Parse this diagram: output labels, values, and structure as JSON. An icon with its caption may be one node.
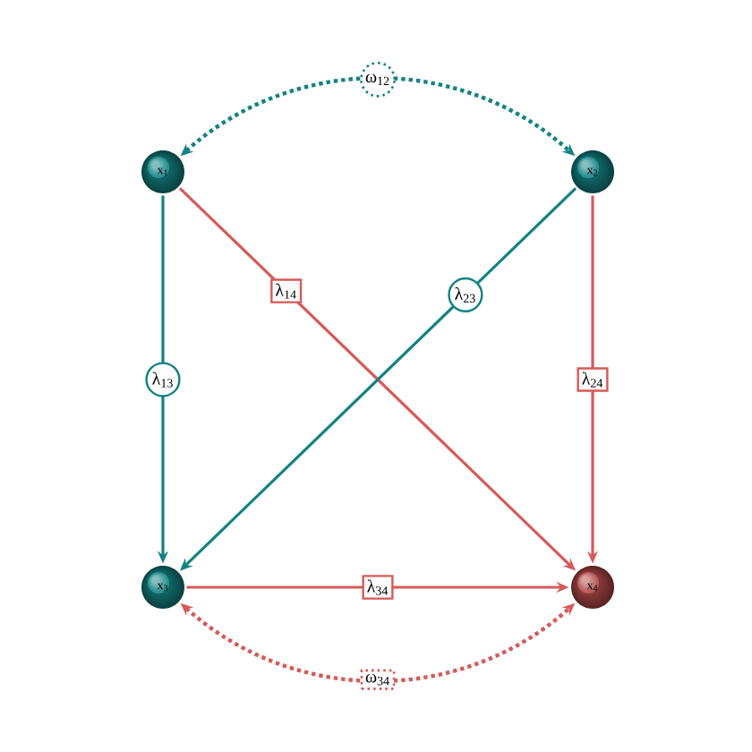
{
  "diagram": {
    "nodes": [
      {
        "text": [
          "x$_{1}$"
        ]
      },
      {
        "text": [
          "x$_{2}$"
        ]
      },
      {
        "text": [
          "x$_{3}$"
        ]
      },
      {
        "text": [
          "x$_{4}$"
        ]
      }
    ],
    "edges": [
      {
        "from": 0,
        "to": 1,
        "arrow": "both",
        "label": "ω$_{12}$",
        "style": "dashed",
        "color": "#138282"
      },
      {
        "from": 0,
        "to": 2,
        "arrow": "to",
        "label": "λ$_{13}$",
        "color": "#138282"
      },
      {
        "from": 0,
        "to": 3,
        "arrow": "to",
        "label": "λ$_{14}$",
        "color": "#d65a5a"
      },
      {
        "from": 1,
        "to": 2,
        "arrow": "to",
        "label": "λ$_{23}$",
        "color": "#138282"
      },
      {
        "from": 1,
        "to": 3,
        "arrow": "to",
        "label": "λ$_{24}$",
        "color": "#d65a5a"
      },
      {
        "from": 2,
        "to": 3,
        "arrow": "to",
        "label": "λ$_{34}$",
        "color": "#d65a5a"
      },
      {
        "from": 2,
        "to": 3,
        "arrow": "both",
        "label": "ω$_{34}$",
        "style": "dashed",
        "color": "#d65a5a"
      }
    ]
  }
}
